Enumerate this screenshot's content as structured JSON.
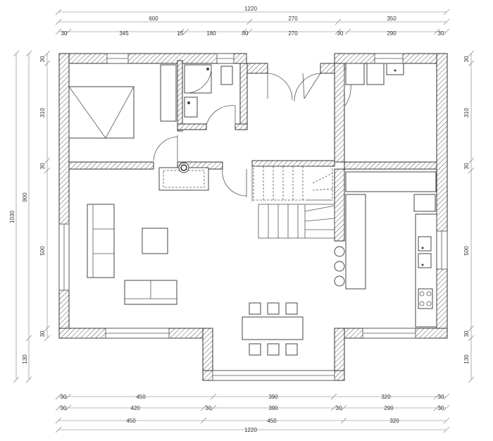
{
  "dimensions": {
    "top_total": "1220",
    "top_row2": [
      "600",
      "270",
      "350"
    ],
    "top_row3": [
      "30",
      "345",
      "15",
      "180",
      "30",
      "270",
      "30",
      "290",
      "30"
    ],
    "bottom_row1": [
      "30",
      "450",
      "390",
      "320",
      "30"
    ],
    "bottom_row2": [
      "30",
      "420",
      "30",
      "390",
      "30",
      "290",
      "30"
    ],
    "bottom_row3": [
      "450",
      "450",
      "320"
    ],
    "bottom_total": "1220",
    "left_total": "1030",
    "left_mid": [
      "900",
      "130"
    ],
    "left_inner": [
      "30",
      "310",
      "30",
      "500",
      "30"
    ],
    "right_inner": [
      "30",
      "310",
      "30",
      "500",
      "30",
      "130"
    ]
  }
}
